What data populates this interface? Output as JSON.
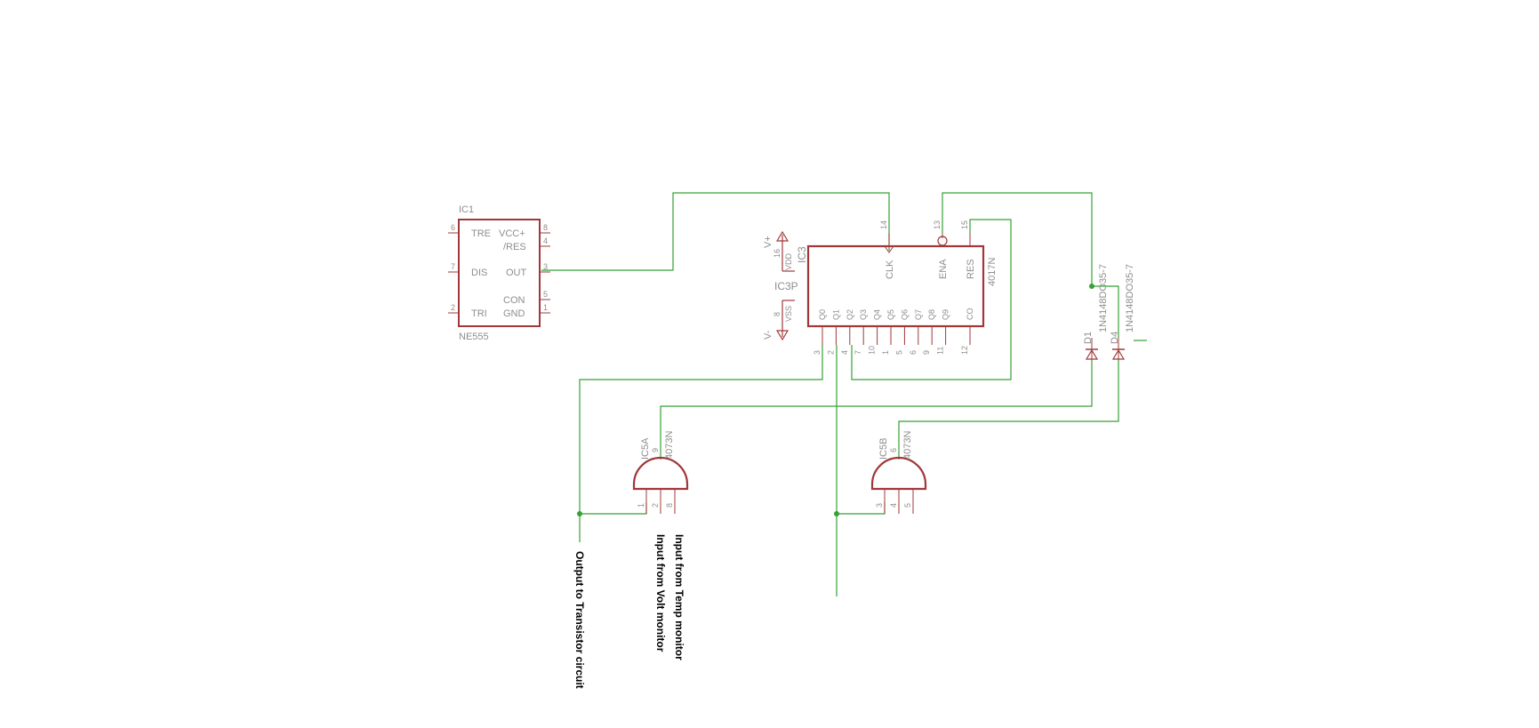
{
  "colors": {
    "part": "#a0383a",
    "wire": "#36a136",
    "text": "#8e8e8e",
    "note": "#000000"
  },
  "ic1": {
    "name": "IC1",
    "value": "NE555",
    "pins": {
      "tre": "TRE",
      "vcc": "VCC+",
      "res": "/RES",
      "dis": "DIS",
      "out": "OUT",
      "con": "CON",
      "tri": "TRI",
      "gnd": "GND"
    },
    "pin_numbers": {
      "tre": "6",
      "vcc": "8",
      "res": "4",
      "dis": "7",
      "out": "3",
      "con": "5",
      "tri": "2",
      "gnd": "1"
    }
  },
  "ic3": {
    "name": "IC3",
    "value": "4017N",
    "power_name": "IC3P",
    "power": {
      "vplus": "V+",
      "vminus": "V-",
      "vdd": "VDD",
      "vss": "VSS",
      "vdd_pin": "16",
      "vss_pin": "8"
    },
    "top_pins": [
      {
        "name": "CLK",
        "number": "14"
      },
      {
        "name": "ENA",
        "number": "13"
      },
      {
        "name": "RES",
        "number": "15"
      }
    ],
    "bottom_pins": [
      {
        "name": "Q0",
        "number": "3"
      },
      {
        "name": "Q1",
        "number": "2"
      },
      {
        "name": "Q2",
        "number": "4"
      },
      {
        "name": "Q3",
        "number": "7"
      },
      {
        "name": "Q4",
        "number": "10"
      },
      {
        "name": "Q5",
        "number": "1"
      },
      {
        "name": "Q6",
        "number": "5"
      },
      {
        "name": "Q7",
        "number": "6"
      },
      {
        "name": "Q8",
        "number": "9"
      },
      {
        "name": "Q9",
        "number": "11"
      },
      {
        "name": "CO",
        "number": "12"
      }
    ]
  },
  "diodes": [
    {
      "name": "D1",
      "value": "1N4148DO35-7"
    },
    {
      "name": "D4",
      "value": "1N4148DO35-7"
    }
  ],
  "gates": [
    {
      "name": "IC5A",
      "value": "4073N",
      "out_pin": "9",
      "in_pins": [
        "1",
        "2",
        "8"
      ]
    },
    {
      "name": "IC5B",
      "value": "4073N",
      "out_pin": "6",
      "in_pins": [
        "3",
        "4",
        "5"
      ]
    }
  ],
  "notes": {
    "output": "Output to Transistor circuit",
    "volt": "Input from Volt monitor",
    "temp": "Input from Temp monitor"
  }
}
